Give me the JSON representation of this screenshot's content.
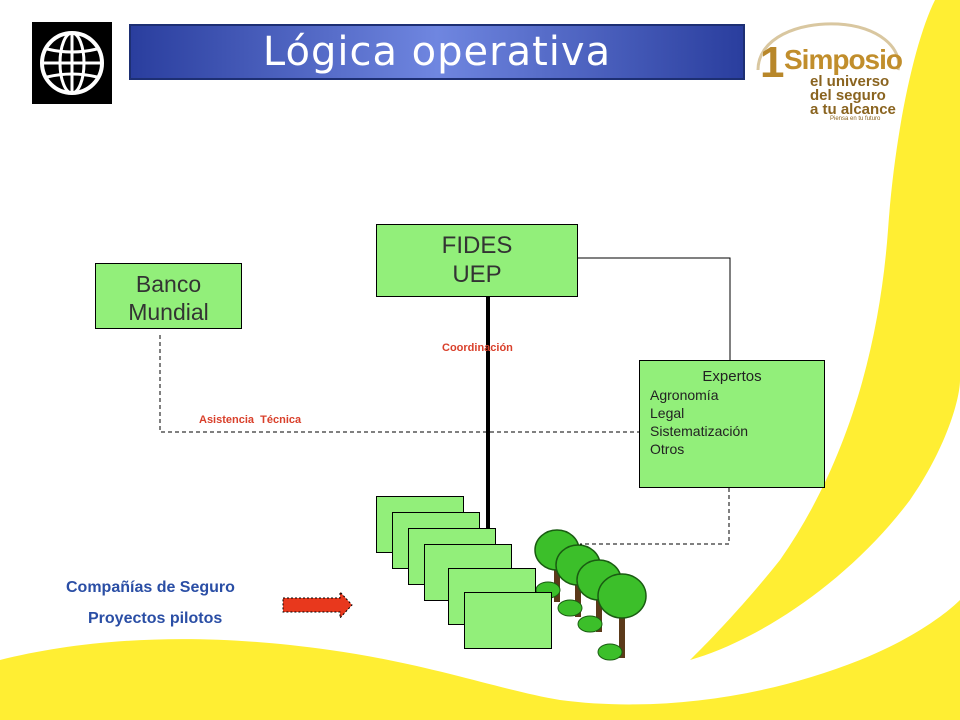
{
  "slide": {
    "title": "Lógica operativa"
  },
  "simposio_logo": {
    "number": "1",
    "brand": "Simposio",
    "line1": "el universo",
    "line2": "del seguro",
    "line3": "a tu alcance",
    "tagline": "Piensa en tu futuro"
  },
  "nodes": {
    "fides": {
      "line1": "FIDES",
      "line2": "UEP"
    },
    "banco": {
      "line1": "Banco",
      "line2": "Mundial"
    },
    "expertos": {
      "title": "Expertos",
      "items": [
        "Agronomía",
        "Legal",
        "Sistematización",
        "Otros"
      ]
    }
  },
  "edges": {
    "coordinacion": "Coordinación",
    "asistencia": "Asistencia  Técnica"
  },
  "bottom": {
    "companias": "Compañías de Seguro",
    "proyectos": "Proyectos pilotos"
  },
  "colors": {
    "box_fill": "#92ef7a",
    "background_yellow": "#ffee33",
    "title_blue": "#2a3e9e",
    "label_red": "#d9402b",
    "label_blue": "#2a4ea5",
    "arrow_red": "#e8381d"
  }
}
